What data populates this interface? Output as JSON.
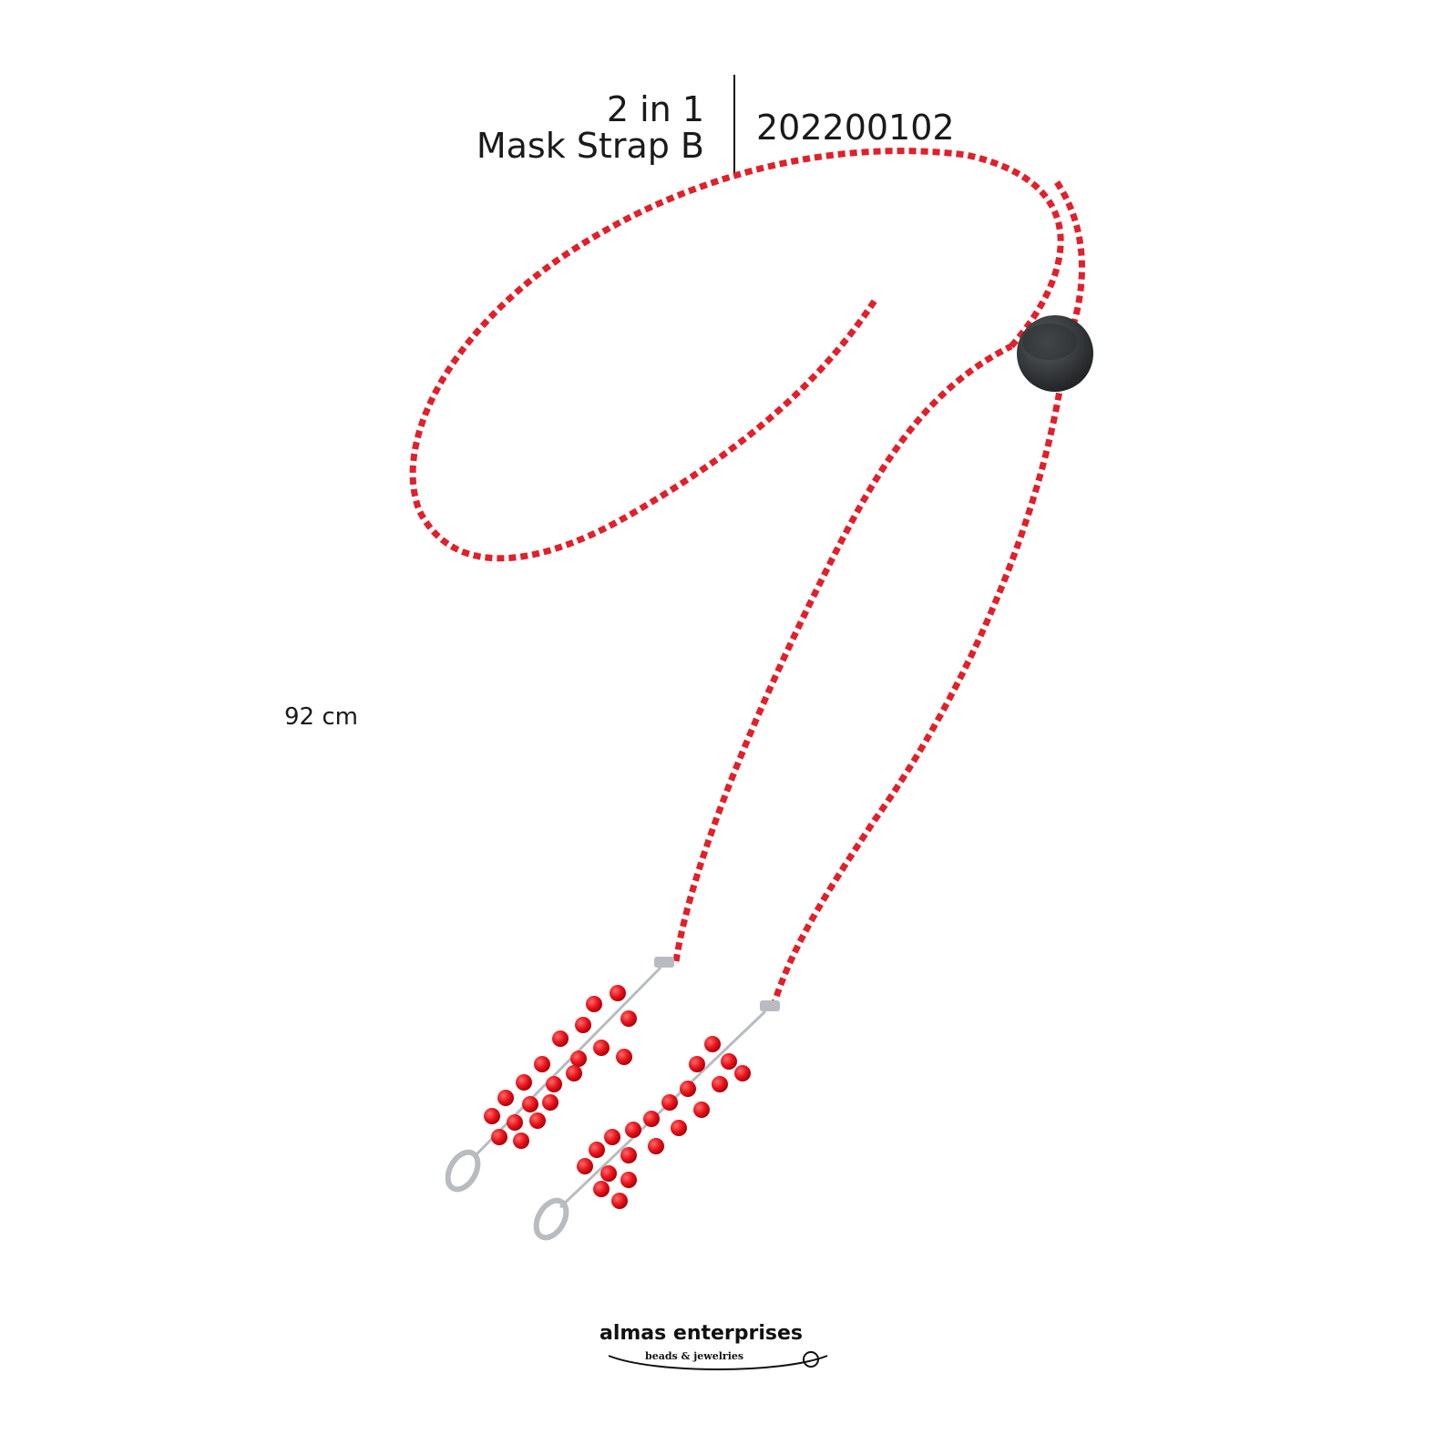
{
  "product": {
    "title_line1": "2 in 1",
    "title_line2": "Mask Strap B",
    "code": "202200102",
    "length": "92 cm"
  },
  "image": {
    "subject": "red and white twisted cord mask strap with black adjuster bead and red beaded clusters ending in silver lobster clasps",
    "colors": {
      "cord": "#e0202a",
      "cord_stripe": "#ffffff",
      "adjuster": "#2e3133",
      "bead": "#e8141c",
      "metal": "#b8bcc0"
    }
  },
  "logo": {
    "name": "almas enterprises",
    "tagline": "beads & jewelries"
  }
}
